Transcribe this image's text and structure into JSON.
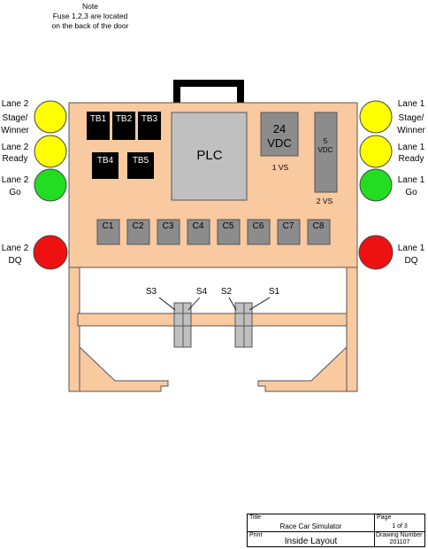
{
  "note": {
    "heading": "Note",
    "line1": "Fuse 1,2,3 are located",
    "line2": "on the back of the door"
  },
  "left_lights": [
    {
      "label1": "Lane 2",
      "label2": "Stage/",
      "label3": "Winner",
      "color": "#ffff00"
    },
    {
      "label1": "Lane 2",
      "label2": "Ready",
      "label3": "",
      "color": "#ffff00"
    },
    {
      "label1": "Lane 2",
      "label2": "Go",
      "label3": "",
      "color": "#22dd22"
    },
    {
      "label1": "Lane 2",
      "label2": "DQ",
      "label3": "",
      "color": "#ee1111"
    }
  ],
  "right_lights": [
    {
      "label1": "Lane 1",
      "label2": "Stage/",
      "label3": "Winner",
      "color": "#ffff00"
    },
    {
      "label1": "Lane 1",
      "label2": "Ready",
      "label3": "",
      "color": "#ffff00"
    },
    {
      "label1": "Lane 1",
      "label2": "Go",
      "label3": "",
      "color": "#22dd22"
    },
    {
      "label1": "Lane 1",
      "label2": "DQ",
      "label3": "",
      "color": "#ee1111"
    }
  ],
  "terminal_blocks": [
    "TB1",
    "TB2",
    "TB3",
    "TB4",
    "TB5"
  ],
  "plc": "PLC",
  "power_24": {
    "line1": "24",
    "line2": "VDC",
    "caption": "1 VS"
  },
  "power_5": {
    "line1": "5",
    "line2": "VDC",
    "caption": "2 VS"
  },
  "relays": [
    "C1",
    "C2",
    "C3",
    "C4",
    "C5",
    "C6",
    "C7",
    "C8"
  ],
  "sensors": [
    "S3",
    "S4",
    "S2",
    "S1"
  ],
  "colors": {
    "panel": "#f9c9a0",
    "component_gray": "#8c8c8c",
    "plc_gray": "#c0c0c0",
    "terminal_black": "#000000"
  },
  "title_block": {
    "title_caption": "Title",
    "title_value": "Race Car Simulator",
    "page_caption": "Page",
    "page_value": "1 of 3",
    "print_caption": "Print",
    "print_value": "Inside Layout",
    "drawing_caption": "Drawing Number",
    "drawing_value": "201107"
  }
}
